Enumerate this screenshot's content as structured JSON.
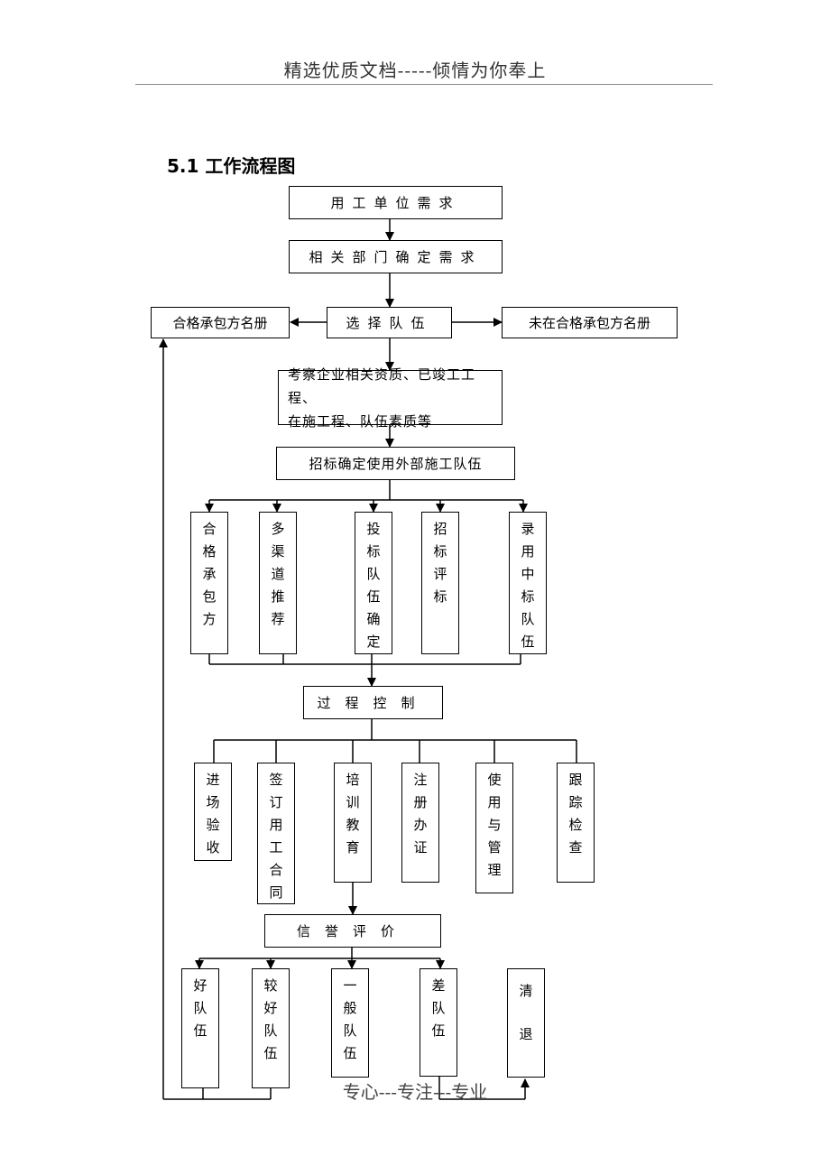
{
  "header": "精选优质文档-----倾情为你奉上",
  "section_title": "5.1 工作流程图",
  "footer": "专心---专注---专业",
  "flow": {
    "step1": "用工单位需求",
    "step2": "相关部门确定需求",
    "step3": "选择队伍",
    "qualified_list": "合格承包方名册",
    "unqualified_list": "未在合格承包方名册",
    "inspect_line1": "考察企业相关资质、已竣工工程、",
    "inspect_line2": "在施工程、队伍素质等",
    "tender": "招标确定使用外部施工队伍",
    "tender_branches": [
      "合格承包方",
      "多渠道推荐",
      "投标队伍确定",
      "招标评标",
      "录用中标队伍"
    ],
    "process_control": "过程控制",
    "control_branches": [
      "进场验收",
      "签订用工合同",
      "培训教育",
      "注册办证",
      "使用与管理",
      "跟踪检查"
    ],
    "credit_eval": "信誉评价",
    "eval_branches": [
      "好队伍",
      "较好队伍",
      "一般队伍",
      "差队伍",
      "清退"
    ]
  }
}
